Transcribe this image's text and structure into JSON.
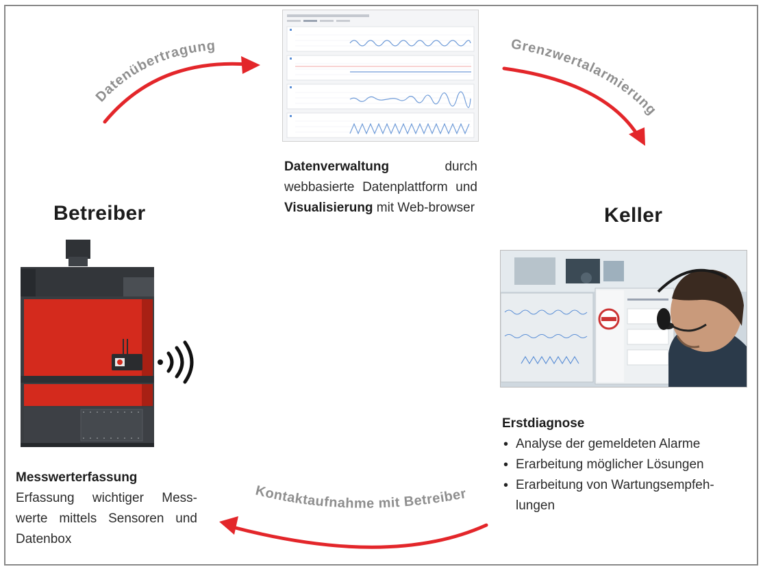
{
  "headings": {
    "operator": "Betreiber",
    "keller": "Keller"
  },
  "arrows": {
    "data_transfer": "Datenübertragung",
    "limit_alarm": "Grenzwertalarmierung",
    "contact": "Kontaktaufnahme mit Betreiber"
  },
  "data_management": {
    "bold1": "Datenverwaltung",
    "text1": " durch webbasierte Datenplattform und ",
    "bold2": "Visualisierung",
    "text2": " mit Web-browser"
  },
  "measurement": {
    "title": "Messwerterfassung",
    "text": "Erfassung wichtiger Mess-werte mittels Sensoren und Datenbox"
  },
  "diagnosis": {
    "title": "Erstdiagnose",
    "bullets": [
      "Analyse der gemeldeten Alarme",
      "Erarbeitung möglicher Lösungen",
      "Erarbeitung von Wartungsempfeh-lungen"
    ]
  },
  "colors": {
    "arrow": "#e3262a",
    "arrow_text": "#8e8e8e",
    "machine_red": "#d42a1d",
    "machine_dark": "#3a3d41"
  },
  "icons": {
    "wireless": "wireless-signal-icon"
  }
}
